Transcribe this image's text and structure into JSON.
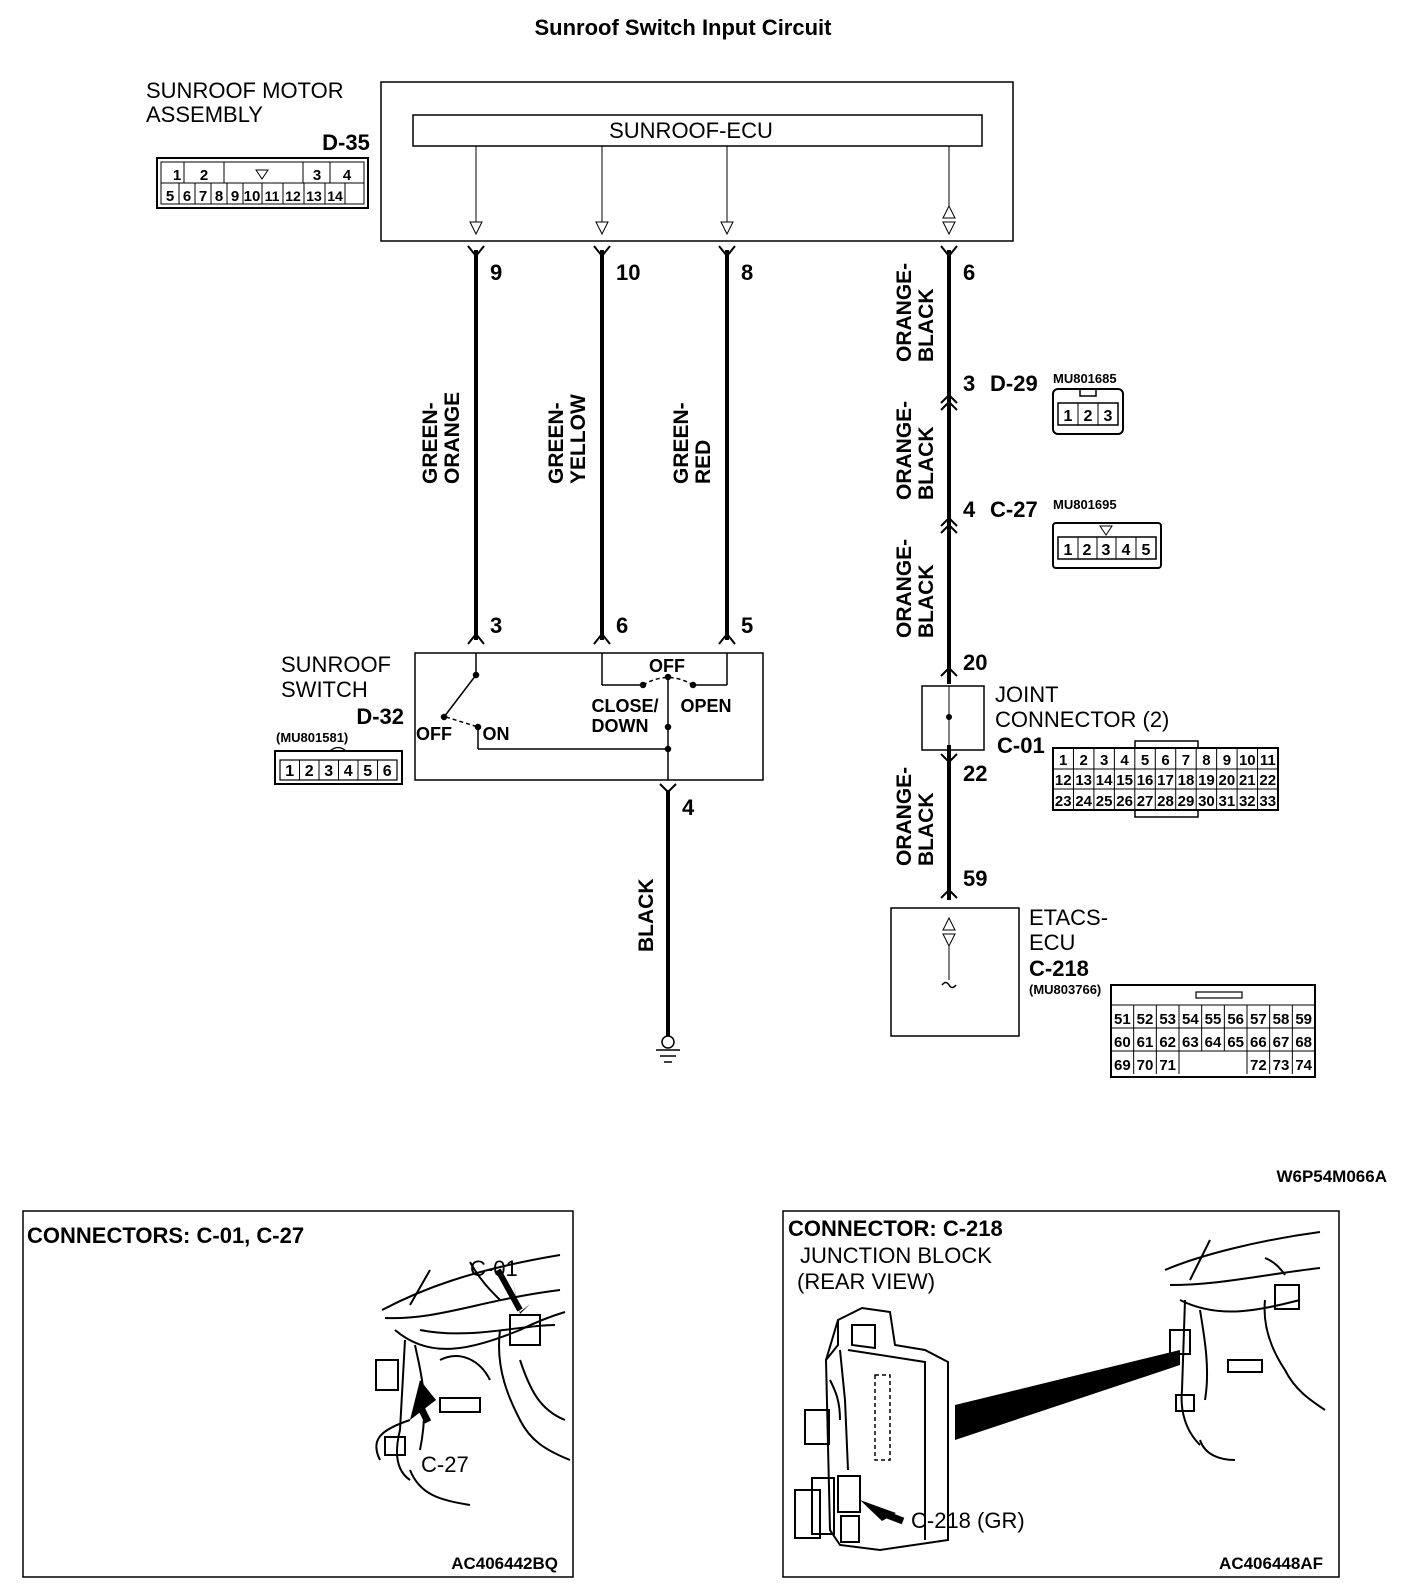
{
  "title": "Sunroof Switch Input Circuit",
  "figure_code": "W6P54M066A",
  "motor_assembly": {
    "label_line1": "SUNROOF MOTOR",
    "label_line2": "ASSEMBLY",
    "connector": "D-35",
    "ecu_label": "SUNROOF-ECU",
    "connector_pins_row1": [
      "1",
      "2",
      "3",
      "4"
    ],
    "connector_pins_row2": [
      "5",
      "6",
      "7",
      "8",
      "9",
      "10",
      "11",
      "12",
      "13",
      "14"
    ]
  },
  "wires": [
    {
      "ecu_pin": "9",
      "switch_pin": "3",
      "color_line1": "GREEN-",
      "color_line2": "ORANGE"
    },
    {
      "ecu_pin": "10",
      "switch_pin": "6",
      "color_line1": "GREEN-",
      "color_line2": "YELLOW"
    },
    {
      "ecu_pin": "8",
      "switch_pin": "5",
      "color_line1": "GREEN-",
      "color_line2": "RED"
    }
  ],
  "orange_black_line": {
    "ecu_pin": "6",
    "color_line1": "ORANGE-",
    "color_line2": "BLACK",
    "d29": {
      "pin": "3",
      "connector": "D-29",
      "part": "MU801685",
      "pins": [
        "1",
        "2",
        "3"
      ]
    },
    "c27": {
      "pin": "4",
      "connector": "C-27",
      "part": "MU801695",
      "pins": [
        "1",
        "2",
        "3",
        "4",
        "5"
      ]
    },
    "joint_in_pin": "20",
    "joint_out_pin": "22",
    "etacs_pin": "59"
  },
  "joint_connector": {
    "label_line1": "JOINT",
    "label_line2": "CONNECTOR (2)",
    "connector": "C-01",
    "pins_row1": [
      "1",
      "2",
      "3",
      "4",
      "5",
      "6",
      "7",
      "8",
      "9",
      "10",
      "11"
    ],
    "pins_row2": [
      "12",
      "13",
      "14",
      "15",
      "16",
      "17",
      "18",
      "19",
      "20",
      "21",
      "22"
    ],
    "pins_row3": [
      "23",
      "24",
      "25",
      "26",
      "27",
      "28",
      "29",
      "30",
      "31",
      "32",
      "33"
    ]
  },
  "sunroof_switch": {
    "label_line1": "SUNROOF",
    "label_line2": "SWITCH",
    "connector": "D-32",
    "part": "(MU801581)",
    "pins": [
      "1",
      "2",
      "3",
      "4",
      "5",
      "6"
    ],
    "off_label": "OFF",
    "on_label": "ON",
    "off2_label": "OFF",
    "close_label": "CLOSE/",
    "down_label": "DOWN",
    "open_label": "OPEN",
    "ground_pin": "4",
    "ground_wire": "BLACK"
  },
  "etacs": {
    "label_line1": "ETACS-",
    "label_line2": "ECU",
    "connector": "C-218",
    "part": "(MU803766)",
    "pins_row1": [
      "51",
      "52",
      "53",
      "54",
      "55",
      "56",
      "57",
      "58",
      "59"
    ],
    "pins_row2": [
      "60",
      "61",
      "62",
      "63",
      "64",
      "65",
      "66",
      "67",
      "68"
    ],
    "pins_row3a": [
      "69",
      "70",
      "71"
    ],
    "pins_row3b": [
      "72",
      "73",
      "74"
    ]
  },
  "panel_left": {
    "title": "CONNECTORS: C-01, C-27",
    "callout1": "C-01",
    "callout2": "C-27",
    "code": "AC406442BQ"
  },
  "panel_right": {
    "title": "CONNECTOR: C-218",
    "subtitle1": "JUNCTION BLOCK",
    "subtitle2": "(REAR VIEW)",
    "callout": "C-218 (GR)",
    "code": "AC406448AF"
  }
}
